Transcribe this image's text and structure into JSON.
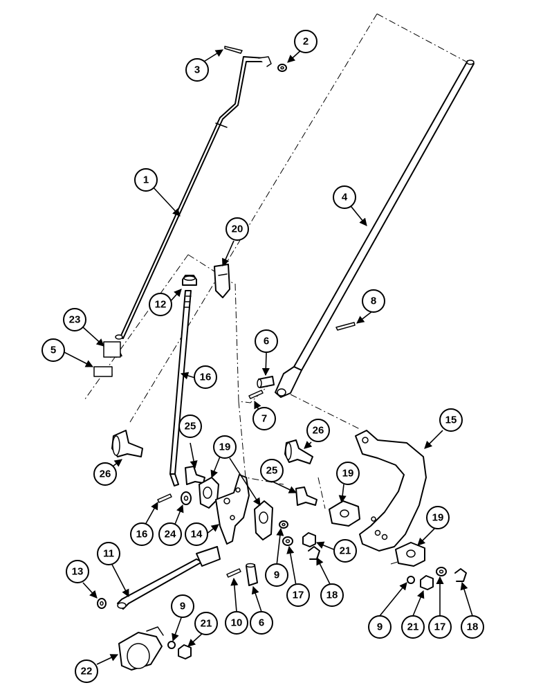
{
  "callouts": [
    {
      "id": "c1",
      "label": "1"
    },
    {
      "id": "c2",
      "label": "2"
    },
    {
      "id": "c3",
      "label": "3"
    },
    {
      "id": "c4",
      "label": "4"
    },
    {
      "id": "c5",
      "label": "5"
    },
    {
      "id": "c6a",
      "label": "6"
    },
    {
      "id": "c6b",
      "label": "6"
    },
    {
      "id": "c7",
      "label": "7"
    },
    {
      "id": "c8",
      "label": "8"
    },
    {
      "id": "c9a",
      "label": "9"
    },
    {
      "id": "c9b",
      "label": "9"
    },
    {
      "id": "c9c",
      "label": "9"
    },
    {
      "id": "c10",
      "label": "10"
    },
    {
      "id": "c11",
      "label": "11"
    },
    {
      "id": "c12",
      "label": "12"
    },
    {
      "id": "c13",
      "label": "13"
    },
    {
      "id": "c14",
      "label": "14"
    },
    {
      "id": "c15",
      "label": "15"
    },
    {
      "id": "c16a",
      "label": "16"
    },
    {
      "id": "c16b",
      "label": "16"
    },
    {
      "id": "c17a",
      "label": "17"
    },
    {
      "id": "c17b",
      "label": "17"
    },
    {
      "id": "c18a",
      "label": "18"
    },
    {
      "id": "c18b",
      "label": "18"
    },
    {
      "id": "c19a",
      "label": "19"
    },
    {
      "id": "c19b",
      "label": "19"
    },
    {
      "id": "c19c",
      "label": "19"
    },
    {
      "id": "c20",
      "label": "20"
    },
    {
      "id": "c21a",
      "label": "21"
    },
    {
      "id": "c21b",
      "label": "21"
    },
    {
      "id": "c21c",
      "label": "21"
    },
    {
      "id": "c22",
      "label": "22"
    },
    {
      "id": "c23",
      "label": "23"
    },
    {
      "id": "c24",
      "label": "24"
    },
    {
      "id": "c25a",
      "label": "25"
    },
    {
      "id": "c25b",
      "label": "25"
    },
    {
      "id": "c26a",
      "label": "26"
    },
    {
      "id": "c26b",
      "label": "26"
    }
  ]
}
